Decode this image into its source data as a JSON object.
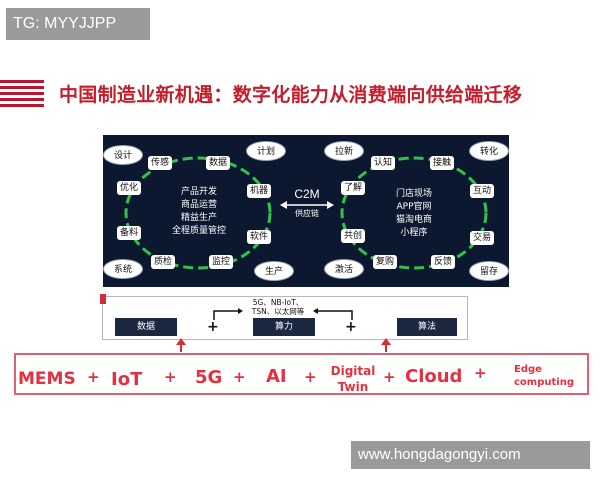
{
  "watermarks": {
    "top_left": "TG: MYYJJPP",
    "bottom_right": "www.hongdagongyi.com"
  },
  "title": "中国制造业新机遇：数字化能力从消费端向供给端迁移",
  "colors": {
    "title_red": "#c21e2c",
    "panel_navy": "#0b1830",
    "accent_red": "#e2323f"
  },
  "left_cycle": {
    "nodes": [
      "传感",
      "数据",
      "优化",
      "机器",
      "备料",
      "软件",
      "质检",
      "监控"
    ],
    "corners": [
      "设计",
      "计划",
      "系统",
      "生产"
    ],
    "center": [
      "产品开发",
      "商品运营",
      "精益生产",
      "全程质量管控"
    ]
  },
  "right_cycle": {
    "nodes": [
      "认知",
      "接触",
      "了解",
      "互动",
      "共创",
      "交易",
      "复购",
      "反馈"
    ],
    "corners": [
      "拉新",
      "转化",
      "激活",
      "留存"
    ],
    "center": [
      "门店现场",
      "APP官网",
      "猫淘电商",
      "小程序"
    ]
  },
  "link": {
    "label": "C2M",
    "sub": "供应链"
  },
  "middle": {
    "boxes": [
      "数据",
      "算力",
      "算法"
    ],
    "network_lines": [
      "5G、NB-IoT、",
      "TSN、以太网等"
    ],
    "plus": "+"
  },
  "technologies": {
    "items": [
      "MEMS",
      "IoT",
      "5G",
      "AI",
      "Digital Twin",
      "Cloud",
      "Edge computing"
    ],
    "digital_twin": [
      "Digital",
      "Twin"
    ],
    "edge_computing": [
      "Edge",
      "computing"
    ],
    "plus": "+"
  }
}
